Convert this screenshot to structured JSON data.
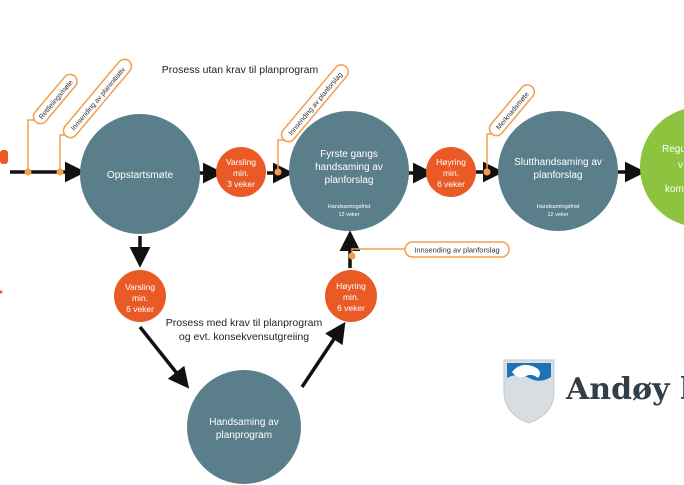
{
  "headings": {
    "top": "Prosess utan krav til planprogram",
    "lower_line1": "Prosess med krav til planprogram",
    "lower_line2": "og evt. konsekvensutgreiing"
  },
  "tags": {
    "retteleiingsmote": "Rettleiingsmøte",
    "innsending_planinitiativ": "Innsending av planinitiativ",
    "innsending_planforslag_diag": "Innsending av planforslag",
    "merknadsmote": "Merknadsmøte",
    "innsending_planforslag": "Innsending av planforslag"
  },
  "nodes": {
    "oppstartsmote": "Oppstartsmøte",
    "varsling_top": [
      "Varsling",
      "min.",
      "3 veker"
    ],
    "fyrste_gangs": [
      "Fyrste gangs",
      "handsaming av",
      "planforslag"
    ],
    "fyrste_gangs_frist": [
      "Handsamingsfrist",
      "12 veker"
    ],
    "hoyring_top": [
      "Høyring",
      "min.",
      "6 veker"
    ],
    "slutthandsaming": [
      "Slutthandsaming av",
      "planforslag"
    ],
    "slutthandsaming_frist": [
      "Handsamingsfrist",
      "12 veker"
    ],
    "regulering_partial": [
      "Regu",
      "v",
      "kom"
    ],
    "varsling_left": [
      "Varsling",
      "min.",
      "6 veker"
    ],
    "hoyring_right": [
      "Høyring",
      "min.",
      "6 veker"
    ],
    "handsaming_planprogram": [
      "Handsaming av",
      "planprogram"
    ]
  },
  "logo": {
    "name_visible": "Andøy k"
  },
  "colors": {
    "teal_node": "#5b7f8a",
    "orange_node": "#e95a27",
    "orange_outline": "#f0a04b",
    "green_node": "#8cc43f",
    "arrow": "#111111",
    "logo_blue": "#1e73b8"
  }
}
